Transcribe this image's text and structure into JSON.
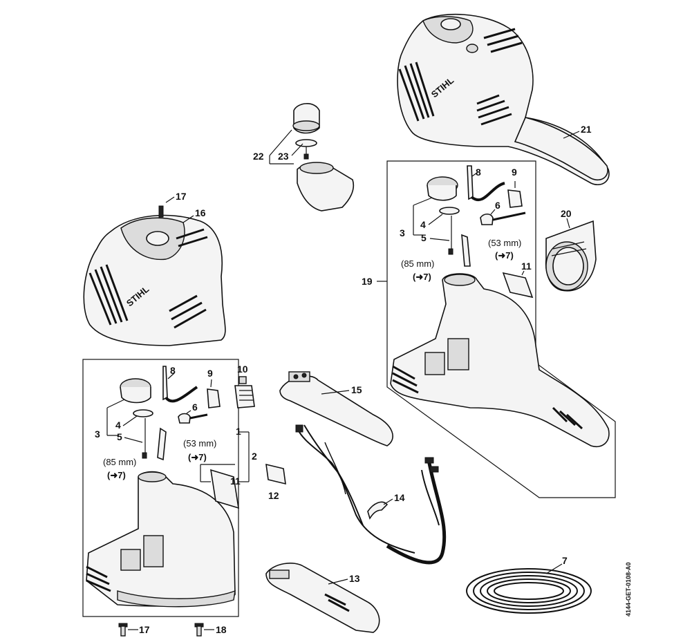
{
  "diagram": {
    "title_code": "4144-GET-0108-A0",
    "brand": "STIHL",
    "callouts": {
      "c1": "1",
      "c2": "2",
      "c3a": "3",
      "c3b": "3",
      "c4a": "4",
      "c4b": "4",
      "c5a": "5",
      "c5b": "5",
      "c6a": "6",
      "c6b": "6",
      "c7": "7",
      "c8a": "8",
      "c8b": "8",
      "c9a": "9",
      "c9b": "9",
      "c10": "10",
      "c11a": "11",
      "c11b": "11",
      "c12": "12",
      "c13": "13",
      "c14": "14",
      "c15": "15",
      "c16": "16",
      "c17a": "17",
      "c17b": "17",
      "c18": "18",
      "c19": "19",
      "c20": "20",
      "c21": "21",
      "c22": "22",
      "c23": "23"
    },
    "notes": {
      "len85_left": "(85 mm)",
      "ref7_left": "(➜7)",
      "len53_left": "(53 mm)",
      "ref7_left2": "(➜7)",
      "len85_right": "(85 mm)",
      "ref7_right": "(➜7)",
      "len53_right": "(53 mm)",
      "ref7_right2": "(➜7)"
    }
  }
}
